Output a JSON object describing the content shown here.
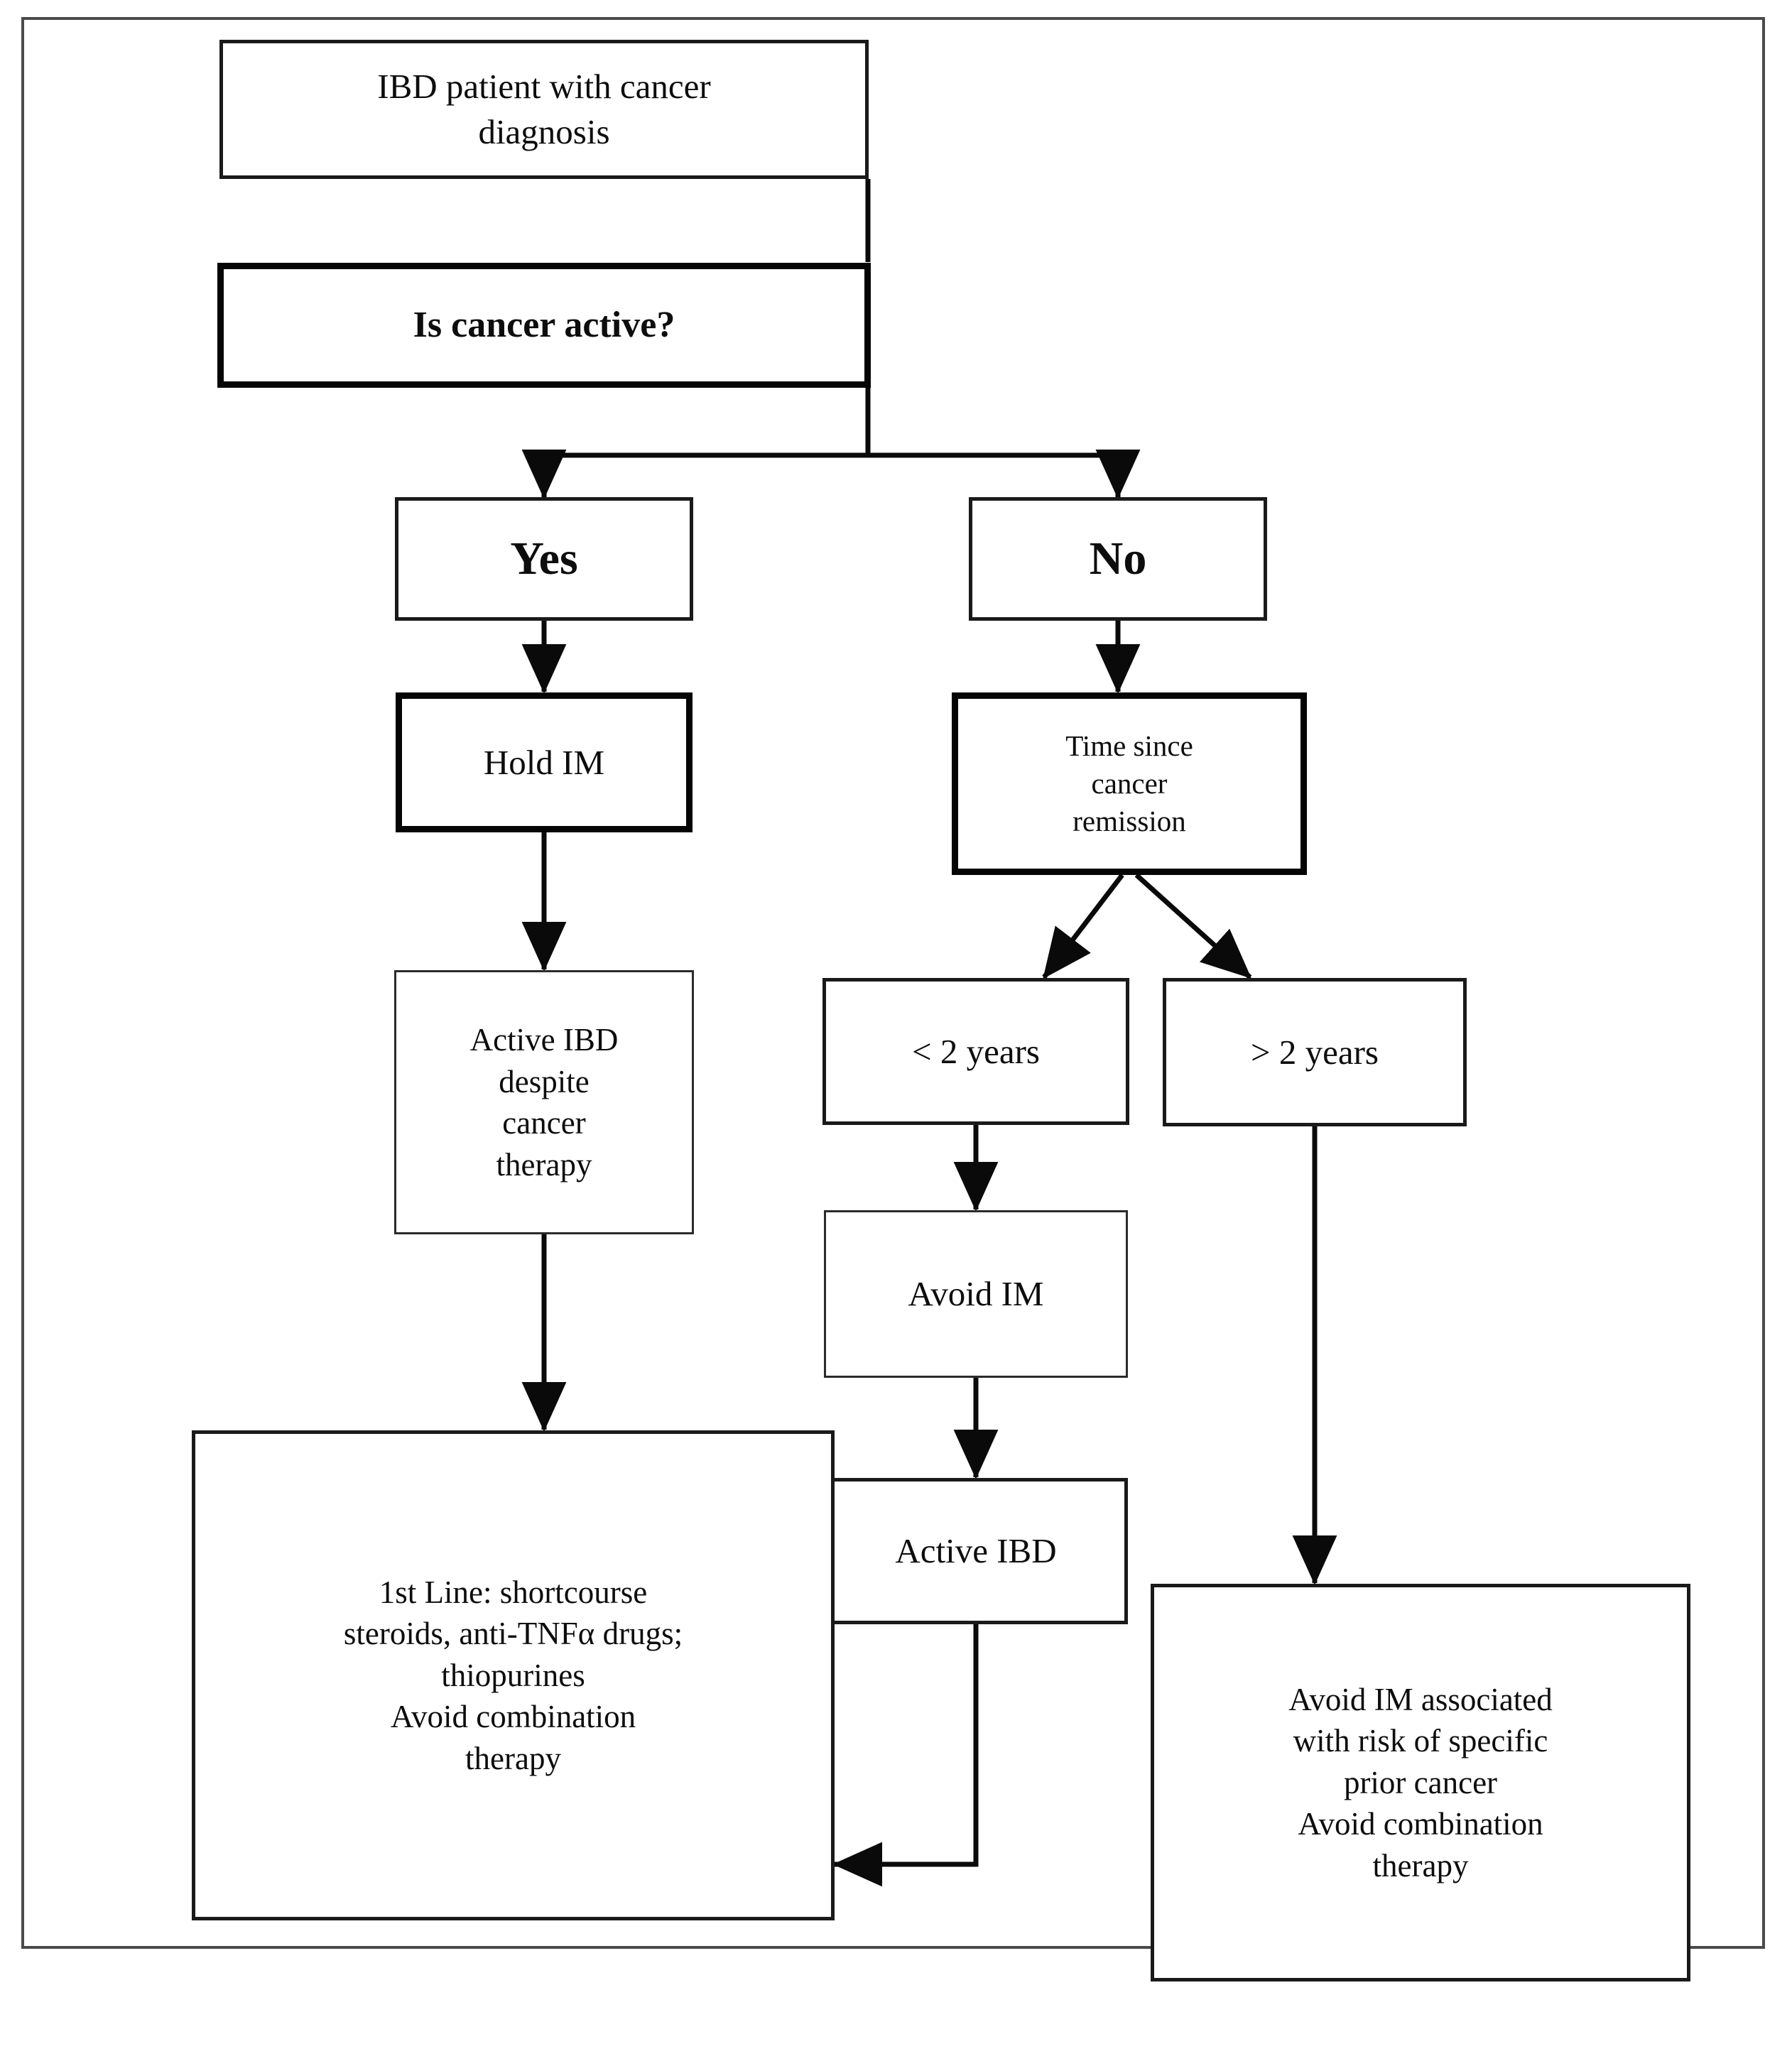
{
  "diagram": {
    "title": "IBD cancer management decision flowchart",
    "frame": {
      "border_color": "#4a4a4a"
    },
    "nodes": [
      {
        "id": "start",
        "name": "node-ibd-patient-cancer-diagnosis",
        "label": "IBD patient with cancer\ndiagnosis",
        "emphasis": "normal"
      },
      {
        "id": "question",
        "name": "node-is-cancer-active",
        "label": "Is cancer active?",
        "emphasis": "bold"
      },
      {
        "id": "yes",
        "name": "node-yes",
        "label": "Yes",
        "emphasis": "bold"
      },
      {
        "id": "no",
        "name": "node-no",
        "label": "No",
        "emphasis": "bold"
      },
      {
        "id": "hold_im",
        "name": "node-hold-im",
        "label": "Hold IM",
        "emphasis": "normal"
      },
      {
        "id": "time_since",
        "name": "node-time-since-cancer-remission",
        "label": "Time since\ncancer\nremission",
        "emphasis": "normal"
      },
      {
        "id": "active_ibd_despite",
        "name": "node-active-ibd-despite-cancer-therapy",
        "label": "Active IBD\ndespite\ncancer\ntherapy",
        "emphasis": "normal"
      },
      {
        "id": "lt2",
        "name": "node-less-than-2-years",
        "label": "< 2 years",
        "emphasis": "normal"
      },
      {
        "id": "gt2",
        "name": "node-greater-than-2-years",
        "label": "> 2 years",
        "emphasis": "normal"
      },
      {
        "id": "avoid_im",
        "name": "node-avoid-im",
        "label": "Avoid IM",
        "emphasis": "normal"
      },
      {
        "id": "active_ibd",
        "name": "node-active-ibd",
        "label": "Active  IBD",
        "emphasis": "normal"
      },
      {
        "id": "first_line",
        "name": "node-first-line-treatment",
        "label": "1st Line: shortcourse\nsteroids, anti-TNFα drugs;\nthiopurines\nAvoid combination\ntherapy",
        "emphasis": "normal"
      },
      {
        "id": "avoid_specific",
        "name": "node-avoid-im-specific-prior-cancer",
        "label": "Avoid IM associated\nwith risk of specific\nprior cancer\nAvoid combination\ntherapy",
        "emphasis": "normal"
      }
    ],
    "edges": [
      {
        "name": "edge-start-to-question",
        "from": "start",
        "to": "question",
        "style": "straight-down"
      },
      {
        "name": "edge-question-to-yes",
        "from": "question",
        "to": "yes",
        "style": "split-left"
      },
      {
        "name": "edge-question-to-no",
        "from": "question",
        "to": "no",
        "style": "split-right"
      },
      {
        "name": "edge-yes-to-hold-im",
        "from": "yes",
        "to": "hold_im",
        "style": "straight-down"
      },
      {
        "name": "edge-no-to-time-since",
        "from": "no",
        "to": "time_since",
        "style": "straight-down"
      },
      {
        "name": "edge-hold-im-to-active-ibd-despite",
        "from": "hold_im",
        "to": "active_ibd_despite",
        "style": "straight-down"
      },
      {
        "name": "edge-time-since-to-lt2",
        "from": "time_since",
        "to": "lt2",
        "style": "diagonal-left"
      },
      {
        "name": "edge-time-since-to-gt2",
        "from": "time_since",
        "to": "gt2",
        "style": "diagonal-right"
      },
      {
        "name": "edge-lt2-to-avoid-im",
        "from": "lt2",
        "to": "avoid_im",
        "style": "straight-down"
      },
      {
        "name": "edge-avoid-im-to-active-ibd",
        "from": "avoid_im",
        "to": "active_ibd",
        "style": "straight-down"
      },
      {
        "name": "edge-active-ibd-to-first-line",
        "from": "active_ibd",
        "to": "first_line",
        "style": "down-then-left"
      },
      {
        "name": "edge-active-ibd-despite-to-first-line",
        "from": "active_ibd_despite",
        "to": "first_line",
        "style": "straight-down"
      },
      {
        "name": "edge-gt2-to-avoid-specific",
        "from": "gt2",
        "to": "avoid_specific",
        "style": "straight-down-long"
      }
    ]
  }
}
